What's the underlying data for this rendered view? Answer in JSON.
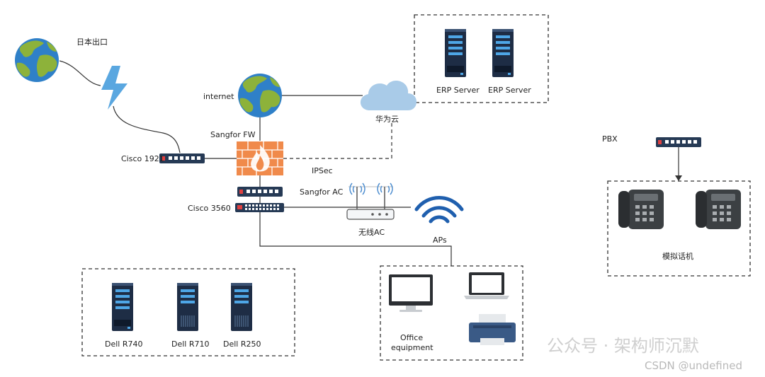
{
  "labels": {
    "japan_exit": "日本出口",
    "internet": "internet",
    "sangfor_fw": "Sangfor FW",
    "cisco_1921": "Cisco 1921",
    "ipsec": "IPSec",
    "huawei_cloud": "华为云",
    "sangfor_ac": "Sangfor AC",
    "cisco_3560": "Cisco 3560",
    "wireless_ac": "无线AC",
    "aps": "APs",
    "erp_server_1": "ERP Server",
    "erp_server_2": "ERP Server",
    "pbx": "PBX",
    "analog_phone": "模拟话机",
    "dell_r740": "Dell R740",
    "dell_r710": "Dell R710",
    "dell_r250": "Dell R250",
    "office_line1": "Office",
    "office_line2": "equipment"
  },
  "watermark": {
    "wechat": "公众号 · 架构师沉默",
    "csdn": "CSDN @undefined"
  },
  "colors": {
    "globe_ocean": "#2f80c8",
    "globe_land": "#8db23a",
    "lightning": "#5aa7e0",
    "cloud": "#a9cbe8",
    "firewall": "#f08a4b",
    "firewall_flame": "#ffffff",
    "device_dark": "#263a55",
    "server_dark": "#1e2d45",
    "server_accent": "#4ea6e6",
    "wifi": "#1f5fae",
    "phone": "#3c4043",
    "printer": "#3a5a86"
  },
  "icons": [
    "globe-icon",
    "lightning-icon",
    "cloud-icon",
    "firewall-icon",
    "switch-icon",
    "router-icon",
    "server-icon",
    "wifi-icon",
    "monitor-icon",
    "laptop-icon",
    "printer-icon",
    "desk-phone-icon",
    "wireless-ac-icon"
  ]
}
